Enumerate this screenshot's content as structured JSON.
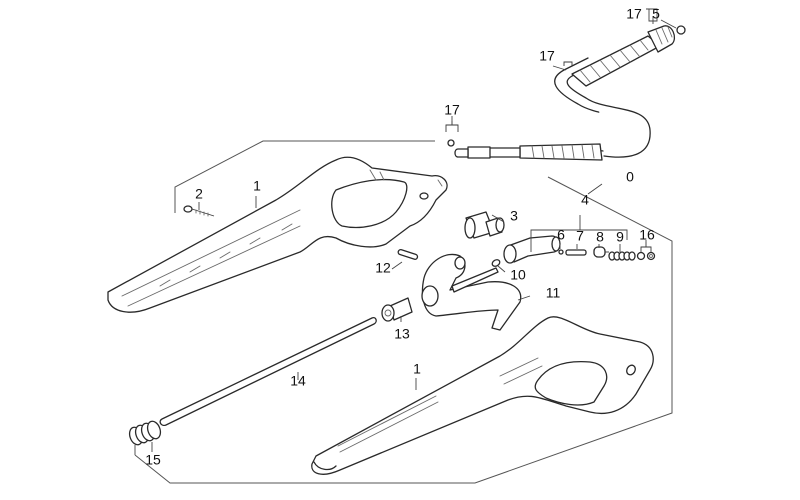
{
  "diagram": {
    "type": "exploded-parts-view",
    "subject": "spray-gun-assembly",
    "callouts": {
      "assembly": "0",
      "handle_upper": "1",
      "handle_lower": "1",
      "screw": "2",
      "fitting": "3",
      "valve_group": "4",
      "hose_kit": "5",
      "ball": "6",
      "pin": "7",
      "valve_seat": "8",
      "spring": "9",
      "o_ring": "10",
      "trigger": "11",
      "trigger_pin": "12",
      "bushing": "13",
      "push_rod": "14",
      "return_spring": "15",
      "seal_kit": "16",
      "o_ring_hose_end": "17",
      "o_ring_hose_mid": "17",
      "o_ring_nipple": "17"
    }
  }
}
